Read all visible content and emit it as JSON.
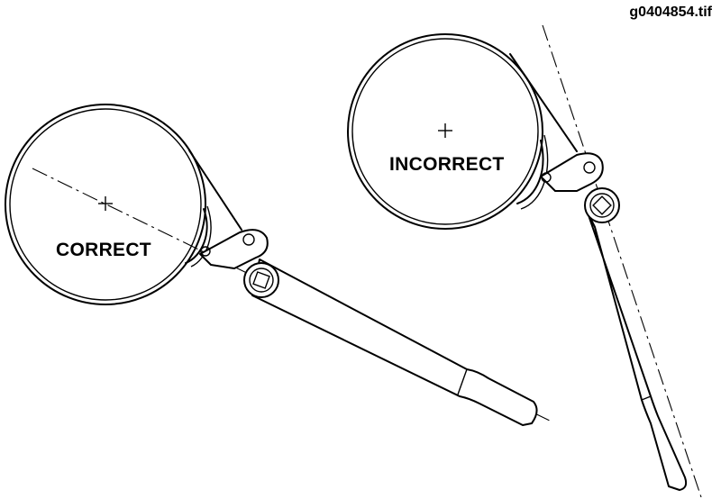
{
  "figure": {
    "file_label": "g0404854.tif",
    "correct_label": "CORRECT",
    "incorrect_label": "INCORRECT"
  }
}
